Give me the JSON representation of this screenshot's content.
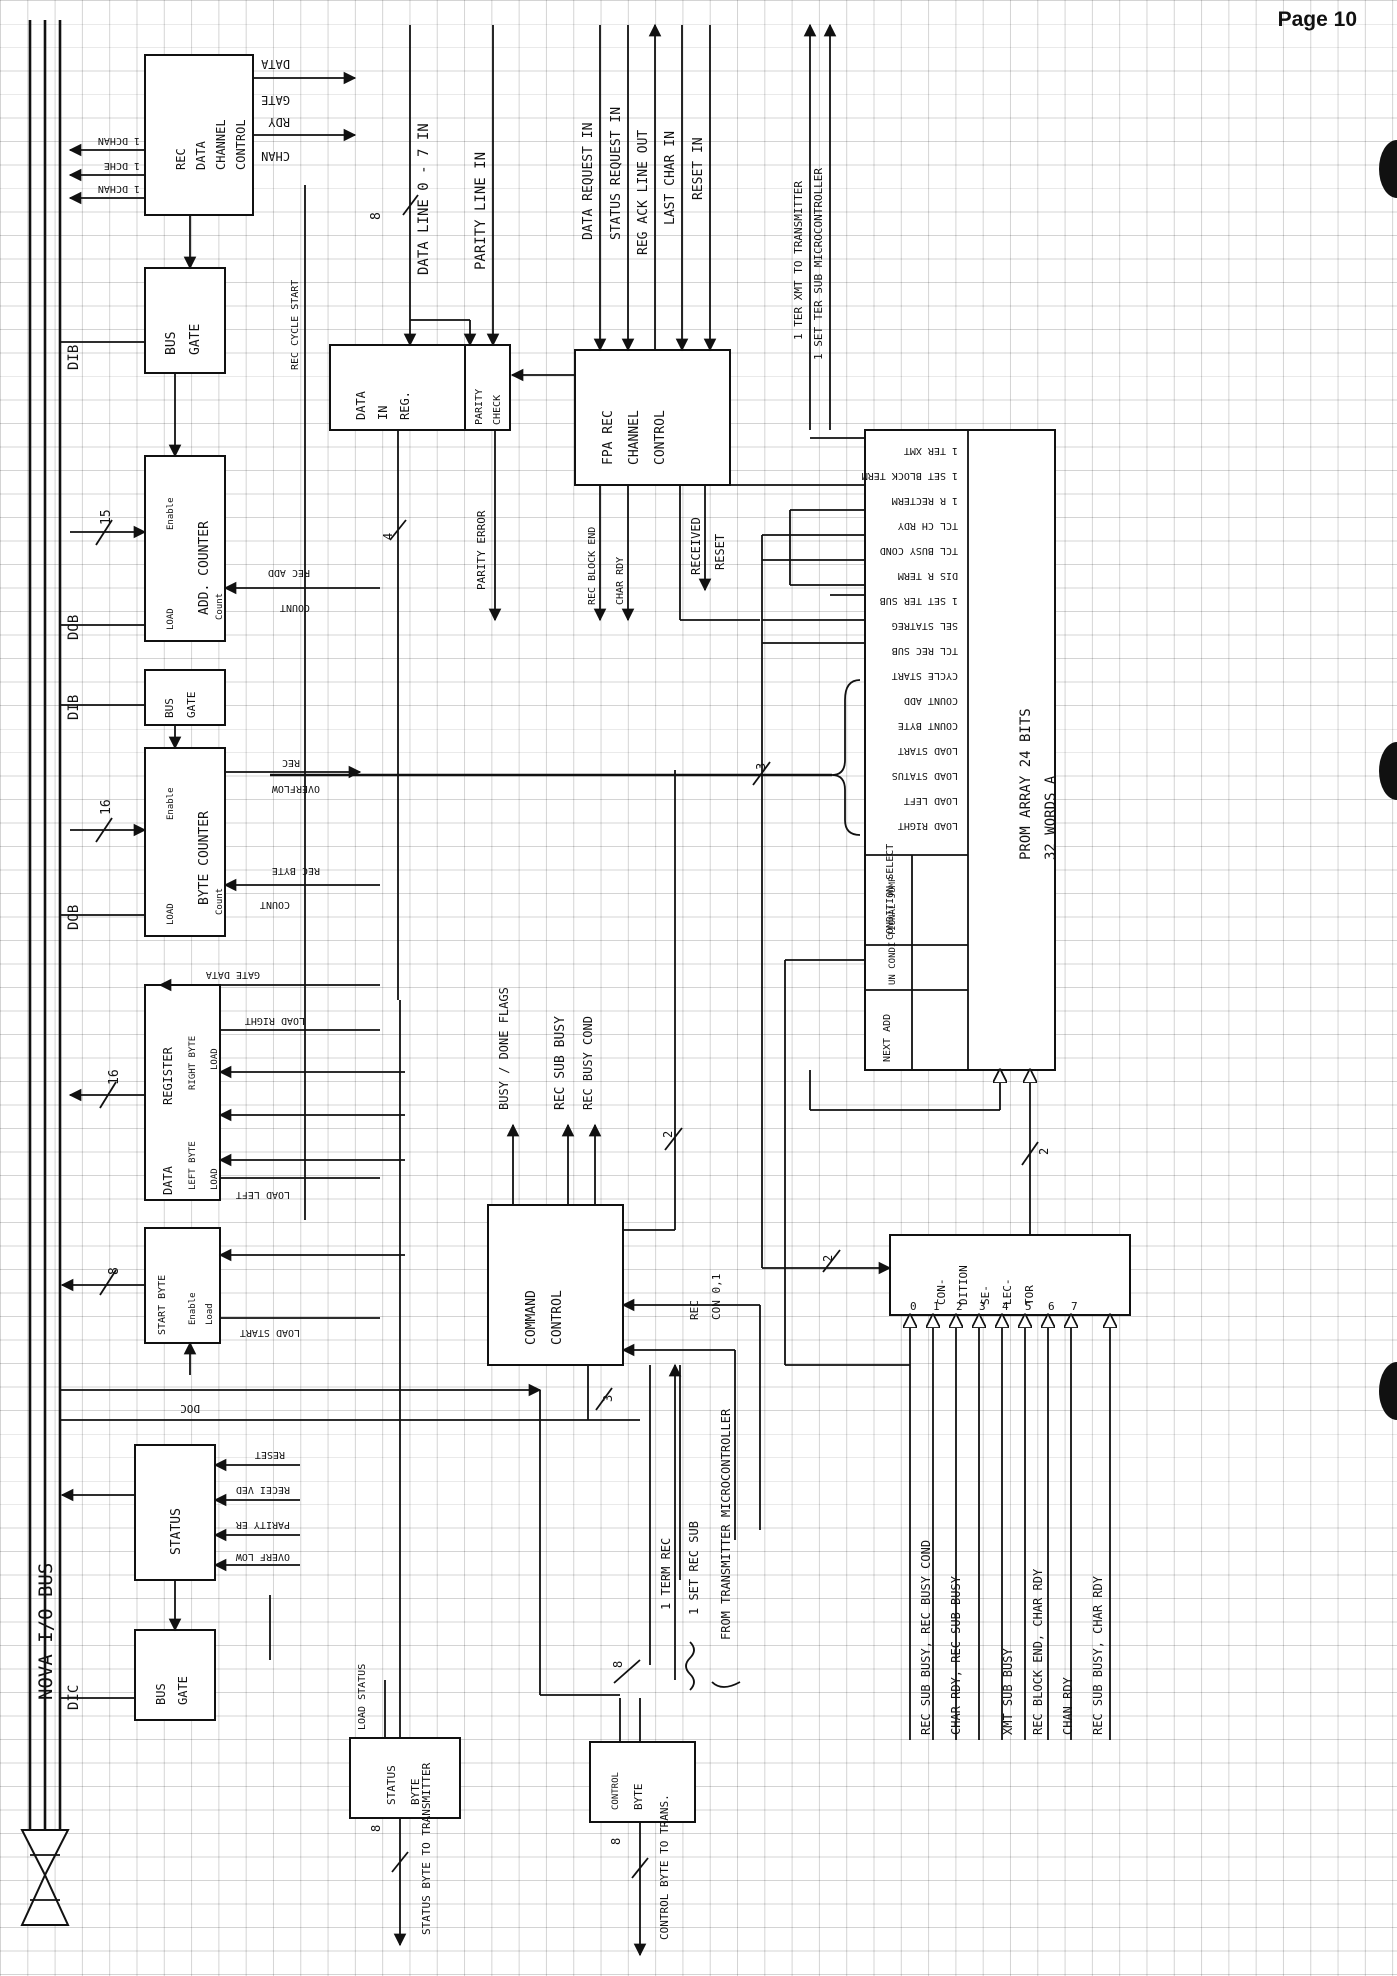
{
  "page": {
    "number_label": "Page 10"
  },
  "blocks": {
    "rec_data_channel_control": [
      "REC",
      "DATA",
      "CHANNEL",
      "CONTROL"
    ],
    "bus_gate_top": [
      "BUS",
      "GATE"
    ],
    "add_counter": {
      "main": [
        "ADD. COUNTER"
      ],
      "small": [
        "LOAD",
        "Enable",
        "Count"
      ]
    },
    "bus_gate_mid": [
      "BUS",
      "GATE"
    ],
    "byte_counter": {
      "main": [
        "BYTE COUNTER"
      ],
      "small": [
        "LOAD",
        "Enable",
        "Count"
      ]
    },
    "data_register": {
      "main": [
        "DATA",
        "REGISTER"
      ],
      "small": [
        "LEFT BYTE",
        "RIGHT BYTE",
        "LOAD",
        "LOAD"
      ]
    },
    "start_byte": [
      "START BYTE",
      "Enable",
      "Load"
    ],
    "status": [
      "STATUS"
    ],
    "bus_gate_bot": [
      "BUS",
      "GATE"
    ],
    "status_byte": [
      "STATUS",
      "BYTE"
    ],
    "control_byte": [
      "CONTROL",
      "BYTE"
    ],
    "data_in_reg": [
      "DATA",
      "IN",
      "REG."
    ],
    "parity_check": [
      "PARITY",
      "CHECK"
    ],
    "fpa_rec_channel_control": [
      "FPA REC",
      "CHANNEL",
      "CONTROL"
    ],
    "command_control": [
      "COMMAND",
      "CONTROL"
    ],
    "prom_array": [
      "PROM ARRAY 24 BITS",
      "32 WORDS A"
    ],
    "condition_selector": [
      "CON-",
      "DITION",
      "SE-",
      "LEC-",
      "TOR"
    ],
    "prom_fields": [
      "NEXT ADD",
      "UN CONDI TIONAL JUMP",
      "CONDITION SELECT"
    ]
  },
  "prom_outputs": [
    "1 TER XMT",
    "1 SET BLOCK TERM",
    "1 R RECTERM",
    "TCL CH RDY",
    "TCL BUSY COND",
    "DIS R TERM",
    "1 SET TER SUB",
    "SEL STATREG",
    "TCL REC SUB",
    "CYCLE START",
    "COUNT ADD",
    "COUNT BYTE",
    "LOAD START",
    "LOAD STATUS",
    "LOAD LEFT",
    "LOAD RIGHT"
  ],
  "channel_in_signals": [
    "DATA REQUEST IN",
    "STATUS REQUEST IN",
    "REG ACK LINE OUT",
    "LAST CHAR IN",
    "RESET IN"
  ],
  "data_lines": [
    "DATA LINE 0 - 7 IN",
    "PARITY LINE IN"
  ],
  "to_transmitter": [
    "1 TER XMT   TO TRANSMITTER",
    "1 SET TER SUB   MICROCONTROLLER"
  ],
  "rec_data_ctrl_outputs": [
    "DATA",
    "GATE",
    "RDY",
    "CHAN"
  ],
  "rec_data_ctrl_side": [
    "1 DCHAN",
    "1 DCHE",
    "1 DCHAN"
  ],
  "rec_cycle_start": "REC CYCLE START",
  "fpa_outputs": [
    "REC BLOCK END",
    "CHAR RDY",
    "RECEIVED",
    "RESET"
  ],
  "parity_error": "PARITY ERROR",
  "counter_signals": [
    "COUNT",
    "REC ADD",
    "COUNT",
    "REC BYTE",
    "REC",
    "OVERFLOW"
  ],
  "register_signals": [
    "GATE DATA",
    "LOAD RIGHT",
    "LOAD LEFT",
    "LOAD START"
  ],
  "status_inputs": [
    "RESET",
    "RECEI VED",
    "PARITY ER",
    "OVERF LOW"
  ],
  "command_signals": [
    "BUSY / DONE FLAGS",
    "REC SUB BUSY",
    "REC BUSY COND",
    "REC",
    "CON 0,1",
    "DOC"
  ],
  "lower_signals": [
    "1 TERM REC",
    "1 SET REC SUB",
    "FROM TRANSMITTER MICROCONTROLLER",
    "LOAD STATUS"
  ],
  "condition_inputs": [
    "REC SUB BUSY, REC BUSY COND",
    "CHAR RDY, REC SUB BUSY",
    "XMT SUB BUSY",
    "REC BLOCK END, CHAR RDY",
    "CHAN RDY",
    "REC SUB BUSY, CHAR RDY"
  ],
  "condition_numbers": [
    "0",
    "1",
    "2",
    "3",
    "4",
    "5",
    "6",
    "7"
  ],
  "bus_labels": [
    "NOVA I/O BUS",
    "DIB",
    "DOB",
    "DIB",
    "DOB",
    "DIC"
  ],
  "bus_widths": [
    "15",
    "16",
    "16",
    "8",
    "8",
    "8",
    "8",
    "8",
    "4",
    "3",
    "2",
    "3",
    "2",
    "2"
  ],
  "outputs_bottom": [
    "STATUS BYTE TO TRANSMITTER",
    "CONTROL BYTE TO TRANS."
  ]
}
